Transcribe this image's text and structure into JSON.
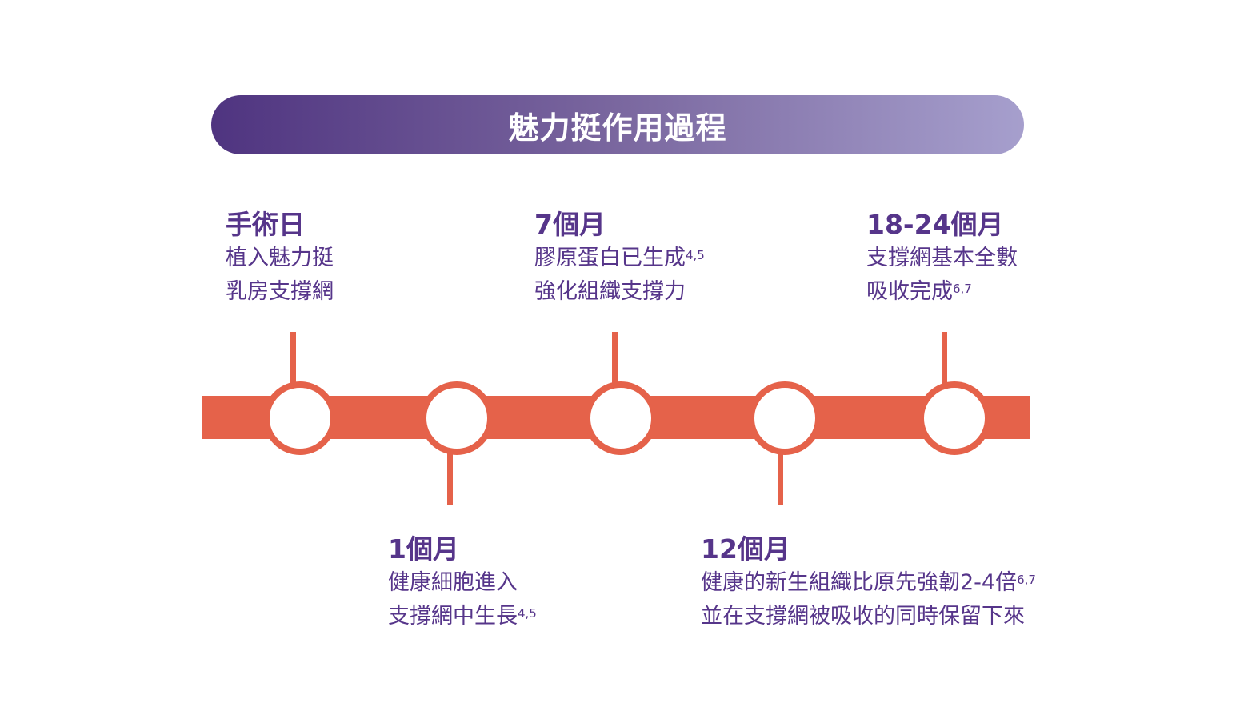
{
  "title": "魅力挺作用過程",
  "colors": {
    "purple": "#56358a",
    "orange": "#e5624a",
    "banner_start": "#4f3480",
    "banner_end": "#a69fcd"
  },
  "milestones": [
    {
      "title": "手術日",
      "line1": "植入魅力挺",
      "line1_ref": "",
      "line2": "乳房支撐網",
      "line2_ref": ""
    },
    {
      "title": "1個月",
      "line1": "健康細胞進入",
      "line1_ref": "",
      "line2": "支撐網中生長",
      "line2_ref": "4,5"
    },
    {
      "title": "7個月",
      "line1": "膠原蛋白已生成",
      "line1_ref": "4,5",
      "line2": "強化組織支撐力",
      "line2_ref": ""
    },
    {
      "title": "12個月",
      "line1": "健康的新生組織比原先強韌2-4倍",
      "line1_ref": "6,7",
      "line2": "並在支撐網被吸收的同時保留下來",
      "line2_ref": ""
    },
    {
      "title": "18-24個月",
      "line1": "支撐網基本全數",
      "line1_ref": "",
      "line2": "吸收完成",
      "line2_ref": "6,7"
    }
  ]
}
